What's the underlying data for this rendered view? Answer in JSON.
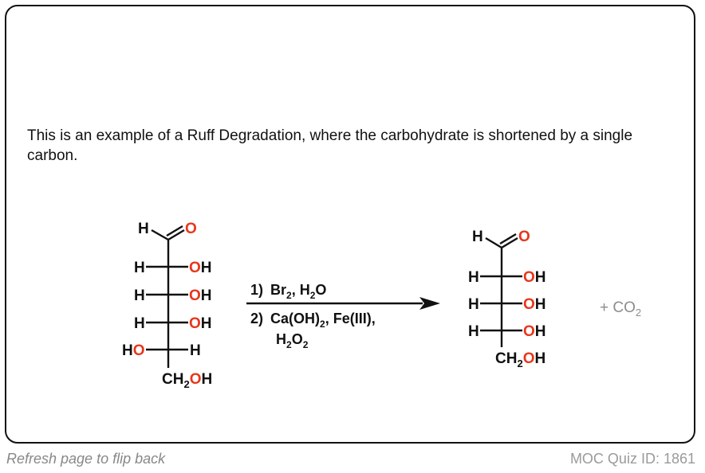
{
  "description": "This is an example of a Ruff Degradation, where the carbohydrate is shortened by a single carbon.",
  "atoms": {
    "H": "H",
    "O": "O",
    "OH_O": "O",
    "OH_H": "H",
    "HO_H": "H",
    "HO_O": "O",
    "CH": "CH",
    "two": "2"
  },
  "conditions": {
    "step1_num": "1)",
    "step1_br": "Br",
    "step1_sub": "2",
    "step1_rest": ", H",
    "step1_sub2": "2",
    "step1_end": "O",
    "step2_num": "2)",
    "step2_a": "Ca(OH)",
    "step2_sub": "2",
    "step2_b": ", Fe(III),",
    "step2_h": "H",
    "step2_hsub": "2",
    "step2_o": "O",
    "step2_osub": "2"
  },
  "byproduct": {
    "prefix": "+ CO",
    "sub": "2"
  },
  "footer": {
    "refresh": "Refresh page to flip back",
    "quiz_id": "MOC Quiz ID: 1861"
  }
}
